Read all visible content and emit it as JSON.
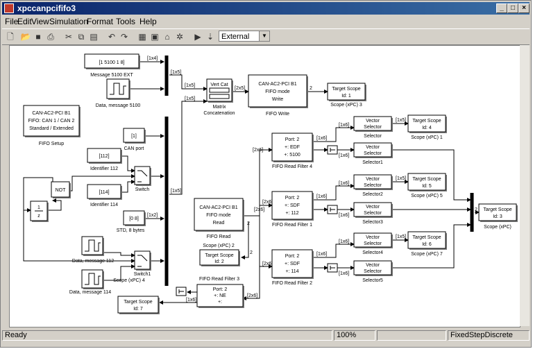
{
  "window": {
    "title": "xpccanpcififo3"
  },
  "menu": [
    "File",
    "Edit",
    "View",
    "Simulation",
    "Format",
    "Tools",
    "Help"
  ],
  "toolbar": {
    "sim_mode": "External"
  },
  "status": {
    "left": "Ready",
    "zoom": "100%",
    "solver": "FixedStepDiscrete"
  },
  "blocks": {
    "const_msg": "[1 5100 1 8]",
    "const_msg_label": "Message 5100 EXT",
    "data5100_label": "Data, message 5100",
    "fifo_setup_lines": [
      "CAN-AC2-PCI B1",
      "FIFO: CAN 1 / CAN 2",
      "Standard / Extended"
    ],
    "fifo_setup_label": "FIFO Setup",
    "can_port": "[1]",
    "can_port_label": "CAN port",
    "id112": "[112]",
    "id112_label": "Identifier 112",
    "id114": "[114]",
    "id114_label": "Identifier 114",
    "not": "NOT",
    "delay_num": "1",
    "delay_den": "z",
    "switch_label": "Switch",
    "switch1_label": "Switch1",
    "std": "[0 8]",
    "std_label": "STD, 8 bytes",
    "data112_label": "Data, message 112",
    "data114_label": "Data, message 114",
    "vertcat": "Vert Cat",
    "vertcat_label1": "Matrix",
    "vertcat_label2": "Concatenation",
    "fifo_write_lines": [
      "CAN-AC2-PCI B1",
      "FIFO mode",
      "Write"
    ],
    "fifo_write_label": "FIFO Write",
    "scope3_lines": [
      "Target Scope",
      "Id: 1"
    ],
    "scope3_label": "Scope (xPC) 3",
    "fifo_read_lines": [
      "CAN-AC2-PCI B1",
      "FIFO mode",
      "Read"
    ],
    "fifo_read_label": "FIFO Read",
    "scope2_lines": [
      "Target Scope",
      "Id: 2"
    ],
    "scope2_label": "Scope (xPC) 2",
    "filter3_lines": [
      "Port: 2",
      "+: NE",
      "+:"
    ],
    "filter3_label": "FIFO Read Filter 3",
    "scope4_lines": [
      "Target Scope",
      "Id: 7"
    ],
    "scope4_label": "Scope (xPC) 4",
    "filter4_lines": [
      "Port: 2",
      "+: EDF",
      "+: 5100"
    ],
    "filter4_label": "FIFO Read Filter 4",
    "filter1_lines": [
      "Port: 2",
      "+: SDF",
      "+: 112"
    ],
    "filter1_label": "FIFO Read Filter 1",
    "filter2_lines": [
      "Port: 2",
      "+: SDF",
      "+: 114"
    ],
    "filter2_label": "FIFO Read Filter 2",
    "vsel_lines": [
      "Vector",
      "Selector"
    ],
    "sel_labels": [
      "Selector",
      "Selector1",
      "Selector2",
      "Selector3",
      "Selector4",
      "Selector5"
    ],
    "scope1_lines": [
      "Target Scope",
      "Id: 4"
    ],
    "scope1_label": "Scope (xPC) 1",
    "scope5_lines": [
      "Target Scope",
      "Id: 5"
    ],
    "scope5_label": "Scope (xPC) 5",
    "scope7_lines": [
      "Target Scope",
      "Id: 6"
    ],
    "scope7_label": "Scope (xPC) 7",
    "scopeM_lines": [
      "Target Scope",
      "Id: 3"
    ],
    "scopeM_label": "Scope (xPC)",
    "mux_in_num": "2"
  },
  "signals": {
    "s1x4": "[1x4]",
    "s1x5": "[1x5]",
    "s1x2": "[1x2]",
    "s2x5": "[2x5]",
    "s2x6": "[2x6]",
    "s1x6": "[1x6]",
    "n2": "2"
  }
}
